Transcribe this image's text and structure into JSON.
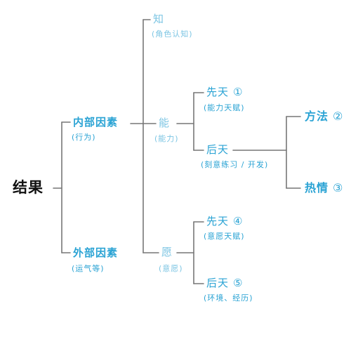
{
  "colors": {
    "line": "#777777",
    "root_text": "#111111",
    "blue": "#2aa3d4",
    "light_blue": "#7cc5e3"
  },
  "root": {
    "label": "结果",
    "dash": "—"
  },
  "internal": {
    "label": "内部因素",
    "note": "(行为)"
  },
  "external": {
    "label": "外部因素",
    "note": "(运气等)"
  },
  "zhi": {
    "label": "知",
    "note": "(角色认知)"
  },
  "neng": {
    "label": "能",
    "note": "(能力)"
  },
  "yuan": {
    "label": "愿",
    "note": "(意愿)"
  },
  "neng_innate": {
    "label": "先天",
    "num": "①",
    "note": "(能力天赋)"
  },
  "neng_acquired": {
    "label": "后天",
    "note": "(刻意练习 / 开发)"
  },
  "method": {
    "label": "方法",
    "num": "②"
  },
  "passion": {
    "label": "热情",
    "num": "③"
  },
  "yuan_innate": {
    "label": "先天",
    "num": "④",
    "note": "(意愿天赋)"
  },
  "yuan_acquired": {
    "label": "后天",
    "num": "⑤",
    "note": "(环境、经历)"
  }
}
